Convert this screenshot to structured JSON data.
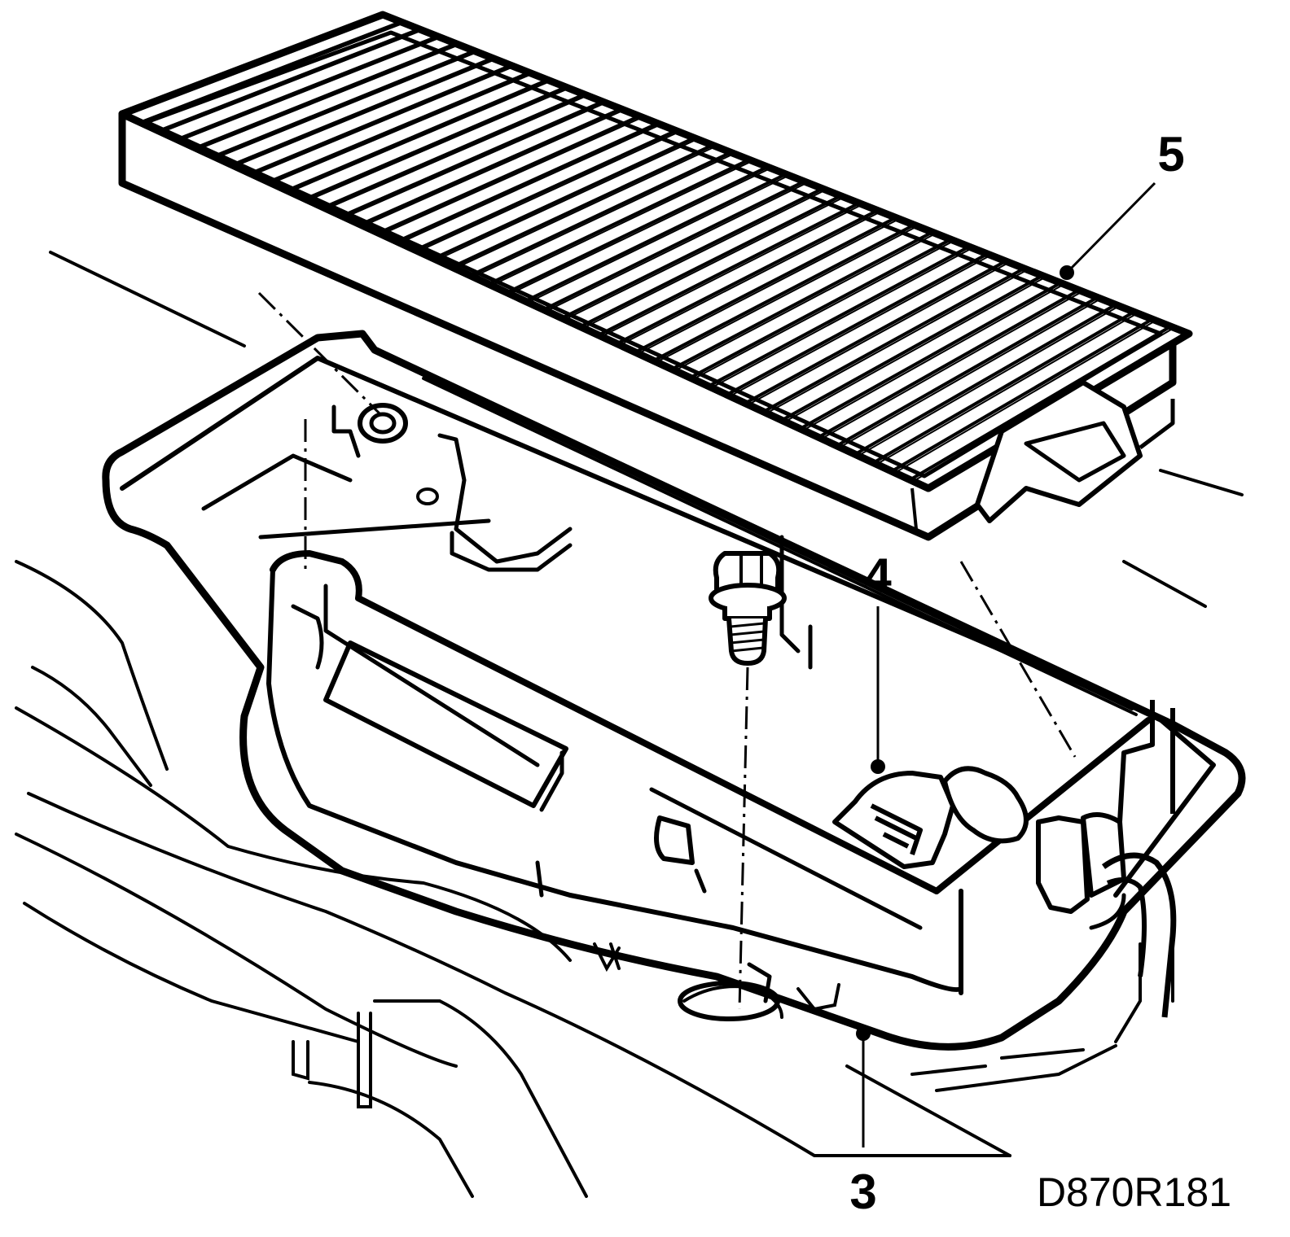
{
  "callouts": {
    "c3": "3",
    "c4": "4",
    "c5": "5"
  },
  "figure_code": "D870R181",
  "colors": {
    "ink": "#000000",
    "paper": "#ffffff"
  },
  "parts": [
    "cabin-filter",
    "bolt",
    "filter-housing",
    "connector"
  ]
}
